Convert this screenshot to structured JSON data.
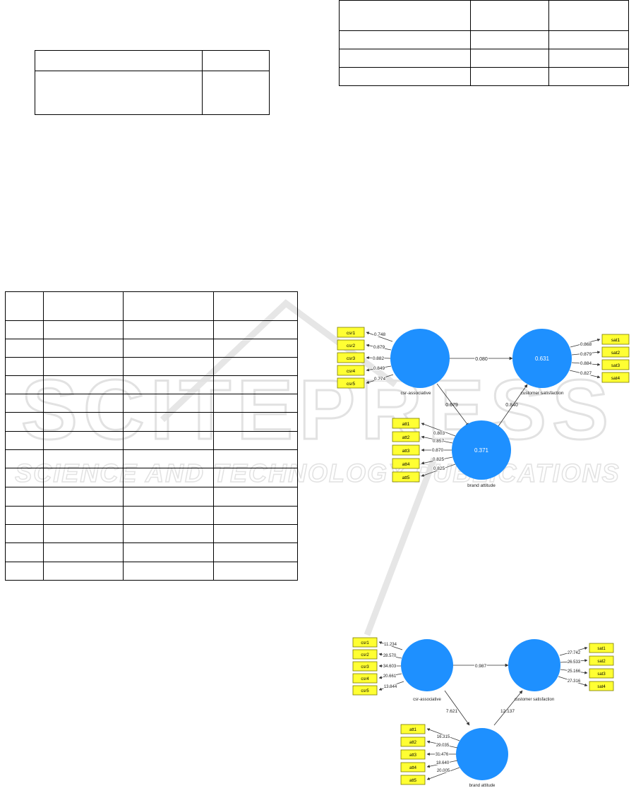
{
  "watermark": {
    "brand": "SCITEPRESS",
    "tagline": "SCIENCE AND TECHNOLOGY PUBLICATIONS"
  },
  "tables": {
    "table_a": {
      "rows": 2,
      "cols": 2
    },
    "table_b": {
      "rows": 4,
      "cols": 3
    },
    "table_c": {
      "rows": 15,
      "cols": 4
    }
  },
  "model_loadings": {
    "constructs": {
      "csr": {
        "label": "csr-associative",
        "value": ""
      },
      "sat": {
        "label": "customer satisfaction",
        "value": "0.631"
      },
      "att": {
        "label": "brand attitude",
        "value": "0.371"
      }
    },
    "paths": {
      "csr_sat": "0.080",
      "csr_att": "0.679",
      "att_sat": "0.840"
    },
    "indicators": {
      "csr": [
        {
          "label": "csr1",
          "value": "0.748"
        },
        {
          "label": "csr2",
          "value": "0.879"
        },
        {
          "label": "csr3",
          "value": "0.882"
        },
        {
          "label": "csr4",
          "value": "0.849"
        },
        {
          "label": "csr5",
          "value": "0.774"
        }
      ],
      "sat": [
        {
          "label": "sat1",
          "value": "0.868"
        },
        {
          "label": "sat2",
          "value": "0.879"
        },
        {
          "label": "sat3",
          "value": "0.884"
        },
        {
          "label": "sat4",
          "value": "0.827"
        }
      ],
      "att": [
        {
          "label": "att1",
          "value": "0.803"
        },
        {
          "label": "att2",
          "value": "0.857"
        },
        {
          "label": "att3",
          "value": "0.870"
        },
        {
          "label": "att4",
          "value": "0.825"
        },
        {
          "label": "att5",
          "value": "0.825"
        }
      ]
    }
  },
  "model_tvalues": {
    "constructs": {
      "csr": {
        "label": "csr-associative",
        "value": ""
      },
      "sat": {
        "label": "customer satisfaction",
        "value": ""
      },
      "att": {
        "label": "brand attitude",
        "value": ""
      }
    },
    "paths": {
      "csr_sat": "0.987",
      "csr_att": "7.621",
      "att_sat": "12.137"
    },
    "indicators": {
      "csr": [
        {
          "label": "csr1",
          "value": "11.234"
        },
        {
          "label": "csr2",
          "value": "28.570"
        },
        {
          "label": "csr3",
          "value": "34.603"
        },
        {
          "label": "csr4",
          "value": "20.661"
        },
        {
          "label": "csr5",
          "value": "13.844"
        }
      ],
      "sat": [
        {
          "label": "sat1",
          "value": "27.742"
        },
        {
          "label": "sat2",
          "value": "26.533"
        },
        {
          "label": "sat3",
          "value": "25.166"
        },
        {
          "label": "sat4",
          "value": "27.316"
        }
      ],
      "att": [
        {
          "label": "att1",
          "value": "16.315"
        },
        {
          "label": "att2",
          "value": "29.035"
        },
        {
          "label": "att3",
          "value": "31.476"
        },
        {
          "label": "att4",
          "value": "18.640"
        },
        {
          "label": "att5",
          "value": "20.005"
        }
      ]
    }
  },
  "colors": {
    "construct_fill": "#1e90ff",
    "indicator_fill": "#ffff33",
    "indicator_stroke": "#7a7a00",
    "watermark": "#ececec"
  }
}
